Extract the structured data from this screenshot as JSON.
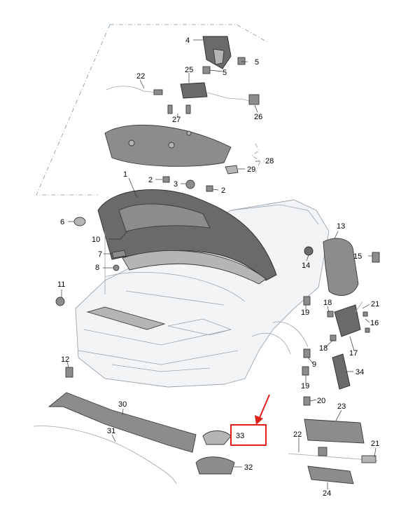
{
  "callouts": {
    "c1": "1",
    "c2a": "2",
    "c2b": "2",
    "c3": "3",
    "c4": "4",
    "c5a": "5",
    "c5b": "5",
    "c6": "6",
    "c7": "7",
    "c8": "8",
    "c9": "9",
    "c10": "10",
    "c11": "11",
    "c12": "12",
    "c13": "13",
    "c14": "14",
    "c15": "15",
    "c16": "16",
    "c17": "17",
    "c18a": "18",
    "c18b": "18",
    "c19a": "19",
    "c19b": "19",
    "c20": "20",
    "c21a": "21",
    "c21b": "21",
    "c22a": "22",
    "c22b": "22",
    "c23": "23",
    "c24": "24",
    "c25": "25",
    "c26": "26",
    "c27": "27",
    "c28": "28",
    "c29": "29",
    "c30": "30",
    "c31": "31",
    "c32": "32",
    "c33": "33",
    "c34": "34"
  },
  "highlight": {
    "target": "33",
    "color": "#e0201b"
  }
}
